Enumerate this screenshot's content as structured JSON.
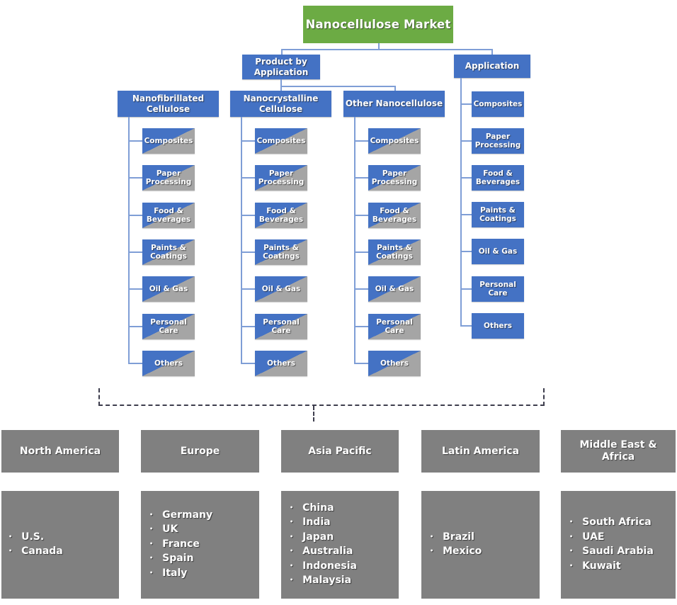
{
  "diagram": {
    "title": "Nanocellulose Market",
    "branch_left_label": "Product by Application",
    "branch_right_label": "Application",
    "applications": [
      "Composites",
      "Paper Processing",
      "Food & Beverages",
      "Paints & Coatings",
      "Oil & Gas",
      "Personal Care",
      "Others"
    ],
    "product_columns": [
      {
        "header": "Nanofibrillated Cellulose",
        "items": [
          "Composites",
          "Paper Processing",
          "Food & Beverages",
          "Paints & Coatings",
          "Oil & Gas",
          "Personal Care",
          "Others"
        ]
      },
      {
        "header": "Nanocrystalline Cellulose",
        "items": [
          "Composites",
          "Paper Processing",
          "Food & Beverages",
          "Paints & Coatings",
          "Oil & Gas",
          "Personal Care",
          "Others"
        ]
      },
      {
        "header": "Other Nanocellulose",
        "items": [
          "Composites",
          "Paper Processing",
          "Food & Beverages",
          "Paints & Coatings",
          "Oil & Gas",
          "Personal Care",
          "Others"
        ]
      }
    ],
    "application_items": [
      "Composites",
      "Paper Processing",
      "Food & Beverages",
      "Paints & Coatings",
      "Oil & Gas",
      "Personal Care",
      "Others"
    ],
    "regions": [
      {
        "name": "North America",
        "countries": [
          "U.S.",
          "Canada"
        ]
      },
      {
        "name": "Europe",
        "countries": [
          "Germany",
          "UK",
          "France",
          "Spain",
          "Italy"
        ]
      },
      {
        "name": "Asia Pacific",
        "countries": [
          "China",
          "India",
          "Japan",
          "Australia",
          "Indonesia",
          "Malaysia"
        ]
      },
      {
        "name": "Latin America",
        "countries": [
          "Brazil",
          "Mexico"
        ]
      },
      {
        "name": "Middle East & Africa",
        "countries": [
          "South Africa",
          "UAE",
          "Saudi Arabia",
          "Kuwait"
        ]
      }
    ],
    "colors": {
      "title_green": "#6CAB44",
      "node_blue": "#4472C4",
      "region_gray": "#808080",
      "split_gray": "#A5A5A5",
      "connector_blue": "#7F9ED6",
      "dashed_line": "#3d3d4d"
    }
  }
}
